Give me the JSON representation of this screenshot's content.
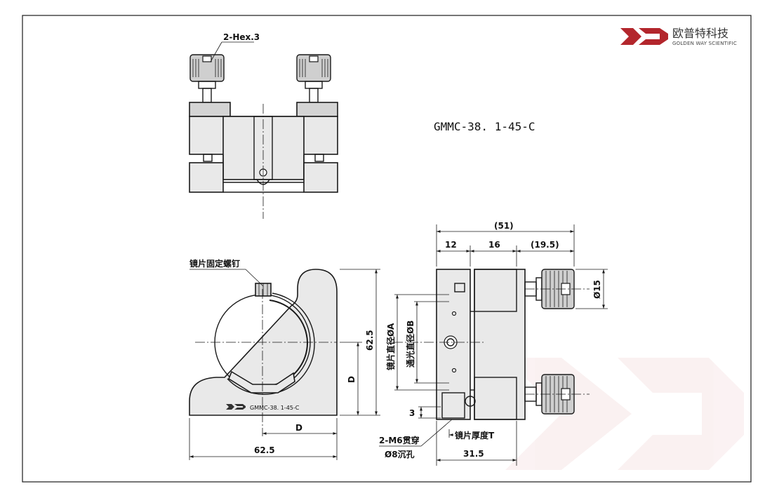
{
  "brand": {
    "name_cn": "欧普特科技",
    "name_en": "GOLDEN WAY SCIENTIFIC",
    "color": "#b3262c"
  },
  "model": "GMMC-38. 1-45-C",
  "engraving": "GMMC-38. 1-45-C",
  "labels": {
    "hex": "2-Hex.3",
    "lens_screw": "镜片固定螺钉",
    "mirror_diameter": "镜片直径ØA",
    "aperture_diameter": "通光直径ØB",
    "mirror_thickness": "镜片厚度T",
    "mounting_holes_1": "2-M6贯穿",
    "mounting_holes_2": "Ø8沉孔"
  },
  "dimensions": {
    "front_width": "62.5",
    "front_height": "62.5",
    "front_d_horizontal": "D",
    "front_d_vertical": "D",
    "side_overall": "(51)",
    "side_seg_1": "12",
    "side_seg_2": "16",
    "side_seg_3": "(19.5)",
    "knob_diameter": "Ø15",
    "side_offset": "3",
    "side_base": "31.5"
  }
}
